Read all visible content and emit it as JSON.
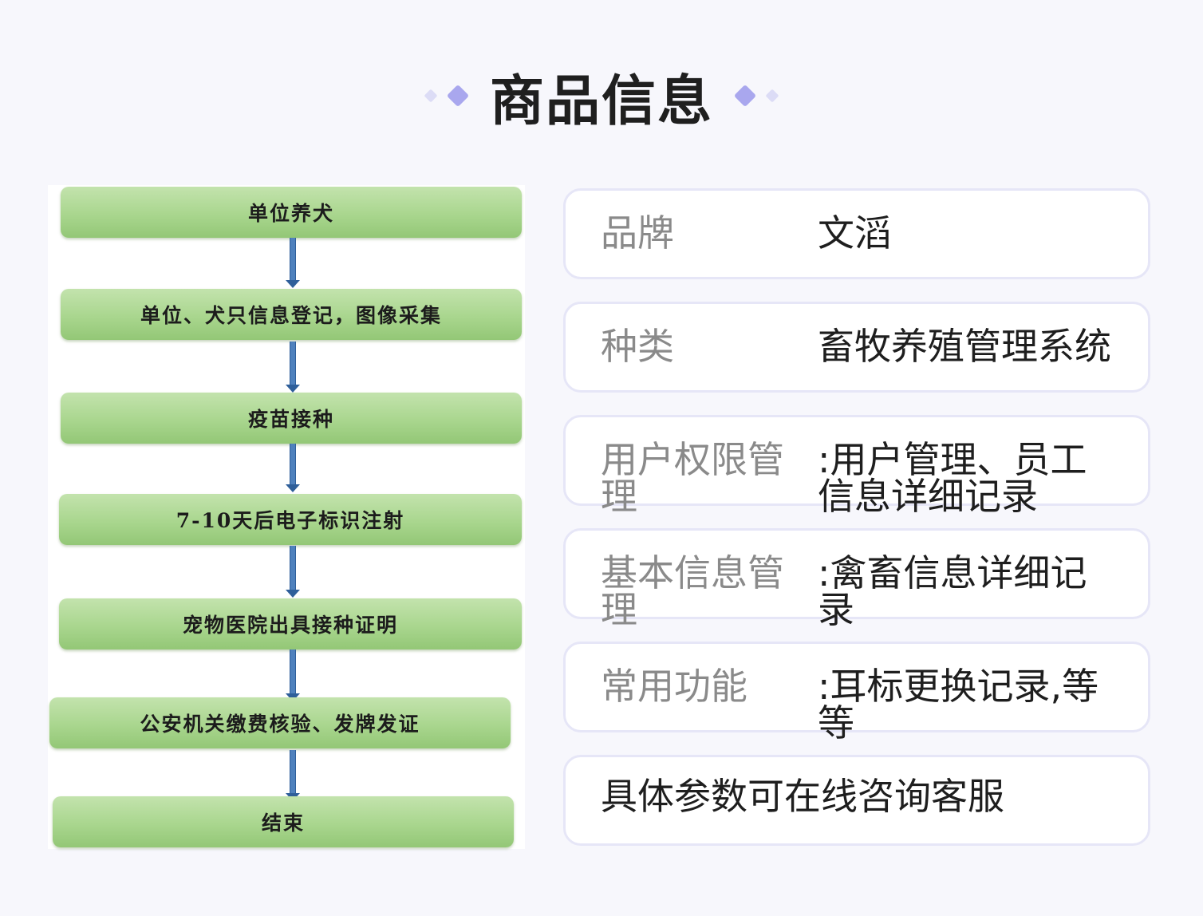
{
  "header": {
    "title": "商品信息"
  },
  "flowchart": {
    "steps": [
      "单位养犬",
      "单位、犬只信息登记，图像采集",
      "疫苗接种",
      "7-10天后电子标识注射",
      "宠物医院出具接种证明",
      "公安机关缴费核验、发牌发证",
      "结束"
    ]
  },
  "info": {
    "rows": [
      {
        "label": "品牌",
        "value": "文滔"
      },
      {
        "label": "种类",
        "value": "畜牧养殖管理系统"
      },
      {
        "label": "用户权限管理",
        "value": ":用户管理、员工信息详细记录"
      },
      {
        "label": "基本信息管理",
        "value": ":禽畜信息详细记录"
      },
      {
        "label": "常用功能",
        "value": ":耳标更换记录,等等"
      }
    ],
    "footer_text": "具体参数可在线咨询客服"
  }
}
